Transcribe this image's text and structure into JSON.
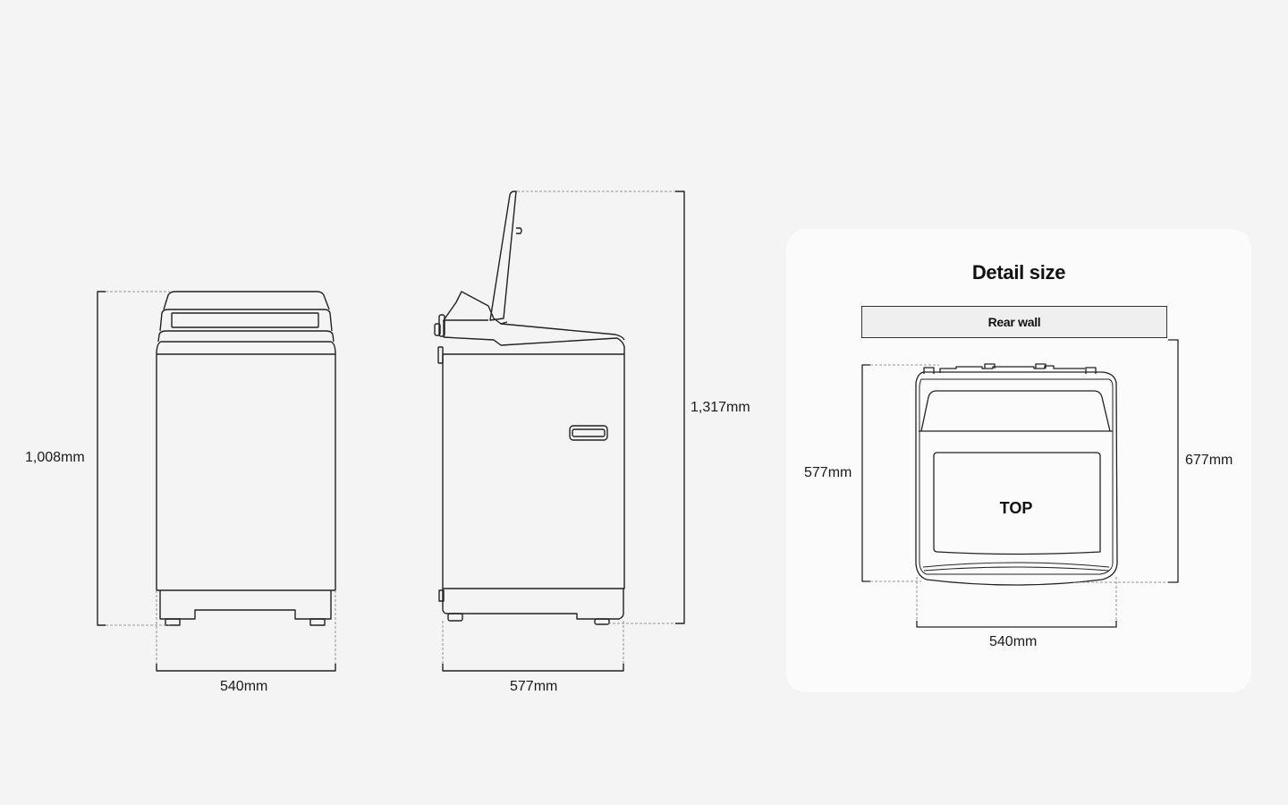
{
  "front_view": {
    "height_label": "1,008mm",
    "width_label": "540mm"
  },
  "side_view": {
    "height_label": "1,317mm",
    "depth_label": "577mm"
  },
  "detail_card": {
    "title": "Detail size",
    "rear_wall_label": "Rear wall",
    "top_label": "TOP",
    "depth_label": "577mm",
    "depth_with_clearance_label": "677mm",
    "width_label": "540mm"
  },
  "colors": {
    "background": "#f4f4f4",
    "card": "#fbfbfb",
    "line": "#222222",
    "rear_wall_fill": "#efefef"
  }
}
